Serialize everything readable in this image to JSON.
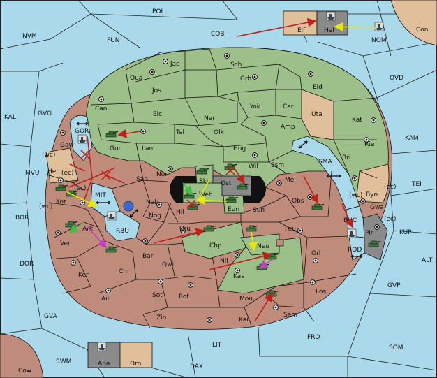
{
  "colors": {
    "sea": "#a9d9ea",
    "green_power": "#9dbf8a",
    "red_power": "#bf8c7c",
    "neutral_land": "#e0c09a",
    "grey_power": "#8a8a8a",
    "move_arrow": "#c0201a",
    "support_arrow": "#e8e800",
    "convoy_arrow": "#c040c0",
    "alt_arrow": "#40c040"
  },
  "sea_labels": {
    "pol": "POL",
    "nvm": "NVM",
    "fun": "FUN",
    "cob": "COB",
    "nom": "NOM",
    "con": "Con",
    "ovd": "OVD",
    "kal": "KAL",
    "gvg": "GVG",
    "kam": "KAM",
    "mvu": "MVU",
    "tei": "TEI",
    "bor": "BOR",
    "kup": "KUP",
    "dor": "DOR",
    "alt": "ALT",
    "gvp": "GVP",
    "gva": "GVA",
    "fro": "FRO",
    "som": "SOM",
    "lit": "LIT",
    "swm": "SWM",
    "dax": "DAX",
    "gor": "GOR",
    "mit": "MIT",
    "rbu": "RBU",
    "sma": "SMA",
    "buc": "BUC",
    "rod": "ROD"
  },
  "land_labels": {
    "elf": "Elf",
    "hel": "Hel",
    "jad": "Jad",
    "sch": "Sch",
    "qua": "Qua",
    "jos": "Jos",
    "grh": "Grh",
    "eld": "Eld",
    "can": "Can",
    "yok": "Yok",
    "car": "Car",
    "uta": "Uta",
    "elc": "Elc",
    "nar": "Nar",
    "kat": "Kat",
    "gaw": "Gaw",
    "tel": "Tel",
    "olk": "Olk",
    "amp": "Amp",
    "gur": "Gur",
    "lan": "Lan",
    "hug": "Hug",
    "rie": "Rie",
    "bri": "Bri",
    "wc1": "(wc)",
    "her": "Her",
    "ec1": "(ec)",
    "nor": "Nor",
    "skr": "Skr",
    "wil": "Wil",
    "esm": "Esm",
    "sap": "Sap",
    "ost": "Ost",
    "mel": "Mel",
    "web": "Web",
    "byn": "Byn",
    "wc3": "(wc)",
    "ec3": "(ec)",
    "ec2": "(ec)",
    "kor": "Kor",
    "wc2": "(wc)",
    "nab": "Nab",
    "hil": "Hil",
    "eun": "Eun",
    "sun": "Sun",
    "obs": "Obs",
    "gwa": "Gwa",
    "ec4": "(ec)",
    "ark": "Ark",
    "nog": "Nog",
    "uru": "Uru",
    "feu": "Feu",
    "pir": "Pir",
    "ver": "Ver",
    "chp": "Chp",
    "neu": "Neu",
    "orl": "Orl",
    "bar": "Bar",
    "chr": "Chr",
    "qwi": "Qwi",
    "nil": "Nil",
    "ken": "Ken",
    "kaa": "Kaa",
    "sot": "Sot",
    "rot": "Rot",
    "los": "Los",
    "ail": "Ail",
    "mou": "Mou",
    "zin": "Zin",
    "kar": "Kar",
    "sam": "Sam",
    "aba": "Aba",
    "orn": "Orn",
    "cow": "Cow"
  }
}
